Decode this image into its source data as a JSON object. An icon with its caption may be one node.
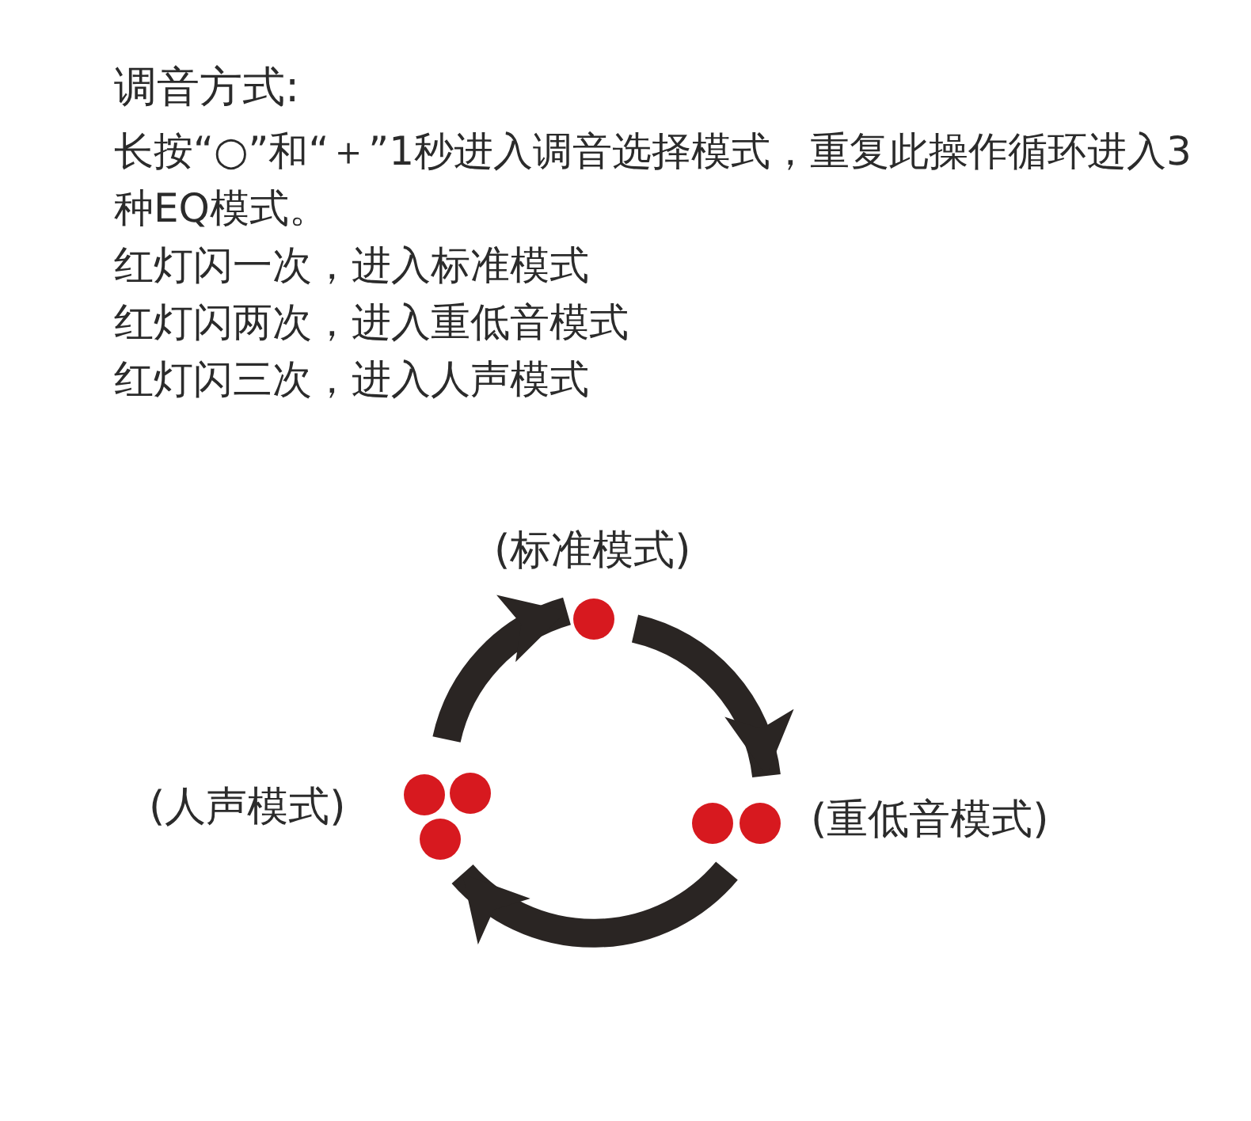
{
  "diagram": {
    "title": "调音方式:",
    "nodes": [
      {
        "text": [],
        "shape": "circle",
        "beside": [
          "(标准模式)"
        ]
      },
      {
        "text": [],
        "shape": "circle",
        "beside": [
          "(重低音模式)"
        ]
      },
      {
        "text": [],
        "shape": "circle",
        "beside": [
          "(人声模式)"
        ]
      }
    ],
    "edges": [
      {
        "from": 0,
        "to": 1,
        "arrow": "to"
      },
      {
        "from": 1,
        "to": 2,
        "arrow": "to"
      },
      {
        "from": 2,
        "to": 0,
        "arrow": "to"
      }
    ],
    "labels": [
      "长按“○”和“＋”1秒进入调音选择模式，重复此操作循环进入3种EQ模式。",
      "红灯闪一次，进入标准模式",
      "红灯闪两次，进入重低音模式",
      "红灯闪三次，进入人声模式"
    ]
  }
}
